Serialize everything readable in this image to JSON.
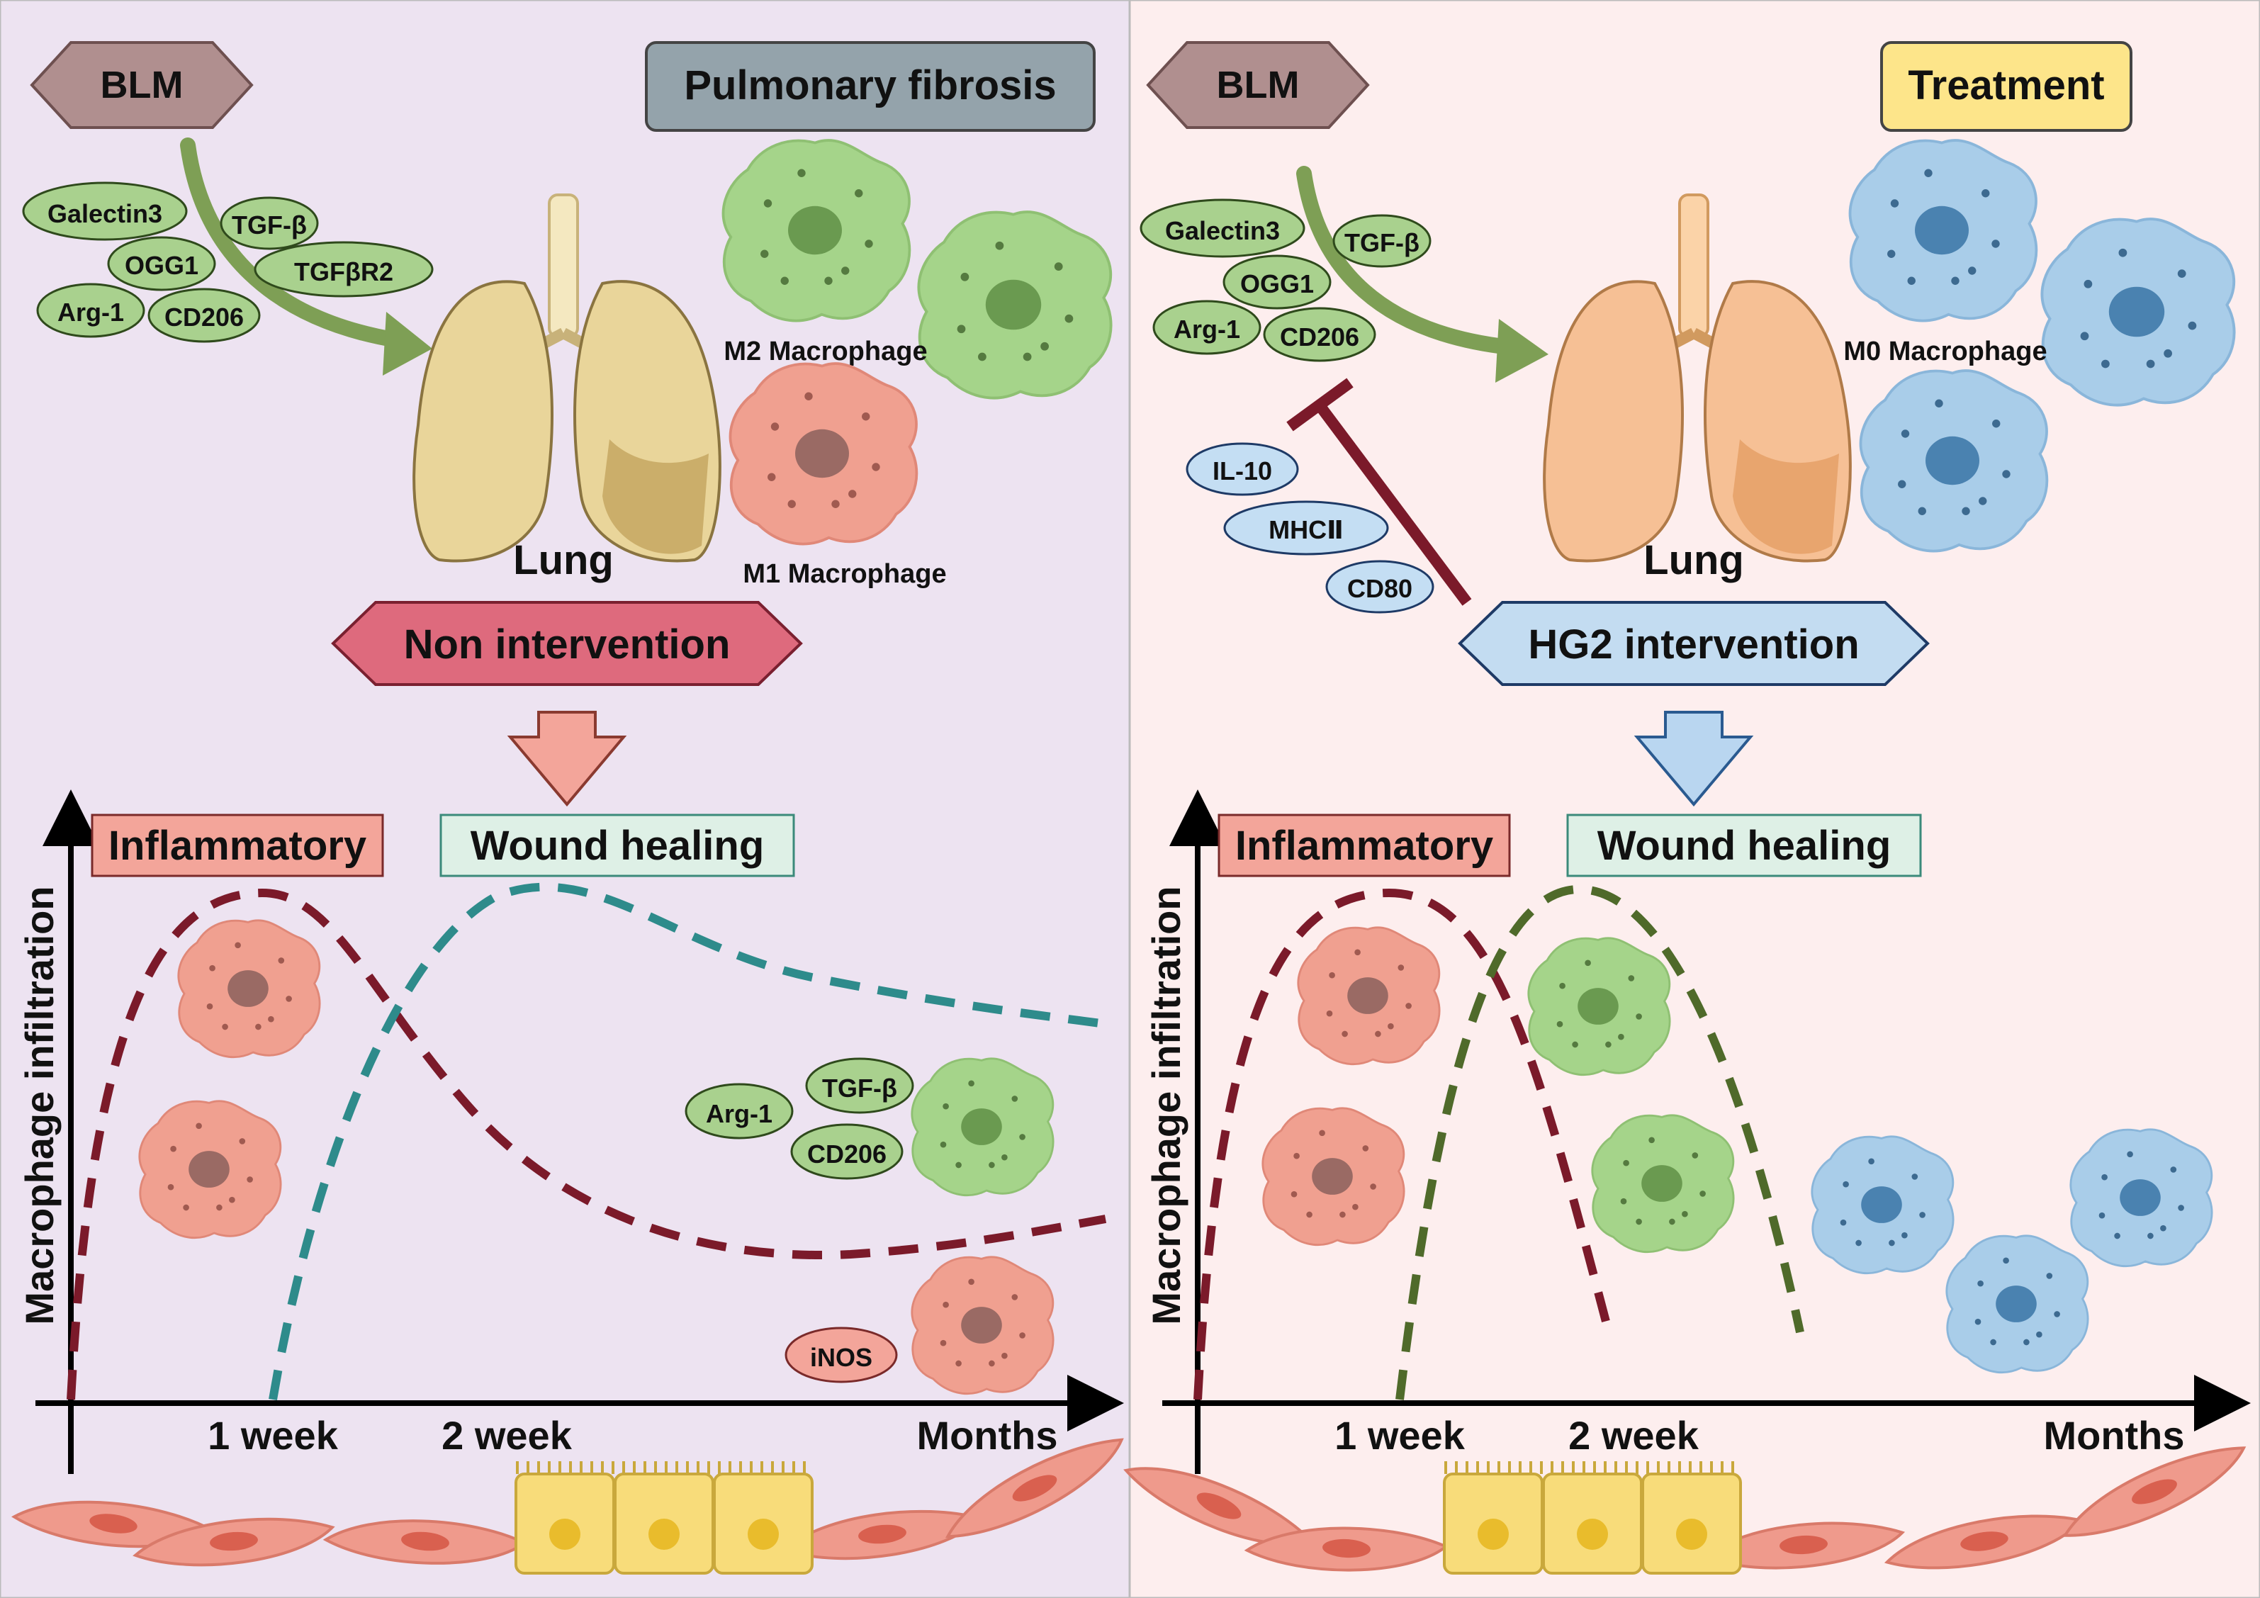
{
  "left_panel": {
    "blm": "BLM",
    "title": "Pulmonary fibrosis",
    "markers": [
      "Galectin3",
      "TGF-β",
      "OGG1",
      "TGFβR2",
      "Arg-1",
      "CD206"
    ],
    "lung_label": "Lung",
    "m2_label": "M2 Macrophage",
    "m1_label": "M1 Macrophage",
    "intervention": "Non intervention",
    "graph": {
      "y_label": "Macrophage infiltration",
      "inflammatory": "Inflammatory",
      "wound_healing": "Wound healing",
      "ticks": [
        "1 week",
        "2 week",
        "Months"
      ],
      "m2_markers": [
        "Arg-1",
        "TGF-β",
        "CD206"
      ],
      "m1_marker": "iNOS"
    }
  },
  "right_panel": {
    "blm": "BLM",
    "title": "Treatment",
    "markers": [
      "Galectin3",
      "TGF-β",
      "OGG1",
      "Arg-1",
      "CD206"
    ],
    "inhibited_markers": [
      "IL-10",
      "MHCⅡ",
      "CD80"
    ],
    "lung_label": "Lung",
    "m0_label": "M0 Macrophage",
    "intervention": "HG2 intervention",
    "graph": {
      "y_label": "Macrophage infiltration",
      "inflammatory": "Inflammatory",
      "wound_healing": "Wound healing",
      "ticks": [
        "1 week",
        "2 week",
        "Months"
      ]
    }
  },
  "colors": {
    "left_bg": "#ede3f1",
    "right_bg": "#fdeeee",
    "blm_fill": "#b08f8f",
    "title_left_fill": "#94a3ab",
    "title_right_fill": "#fde58a",
    "non_intervention": "#de6a7d",
    "hg2_intervention": "#c3dcf1",
    "inflammatory_fill": "#f3a59a",
    "wound_fill": "#def0e6",
    "marker_green": "#a9d18e",
    "marker_blue": "#c4def3",
    "marker_red": "#f3a59a",
    "curve_m1": "#7b1a2a",
    "curve_m2_left": "#2e8b8b",
    "curve_m2_right": "#4f6a2a",
    "m1_cell": "#f0a090",
    "m2_cell": "#a5d48a",
    "m0_cell": "#a9cde9",
    "lung_left": "#e9d59a",
    "lung_right": "#f6c095"
  }
}
